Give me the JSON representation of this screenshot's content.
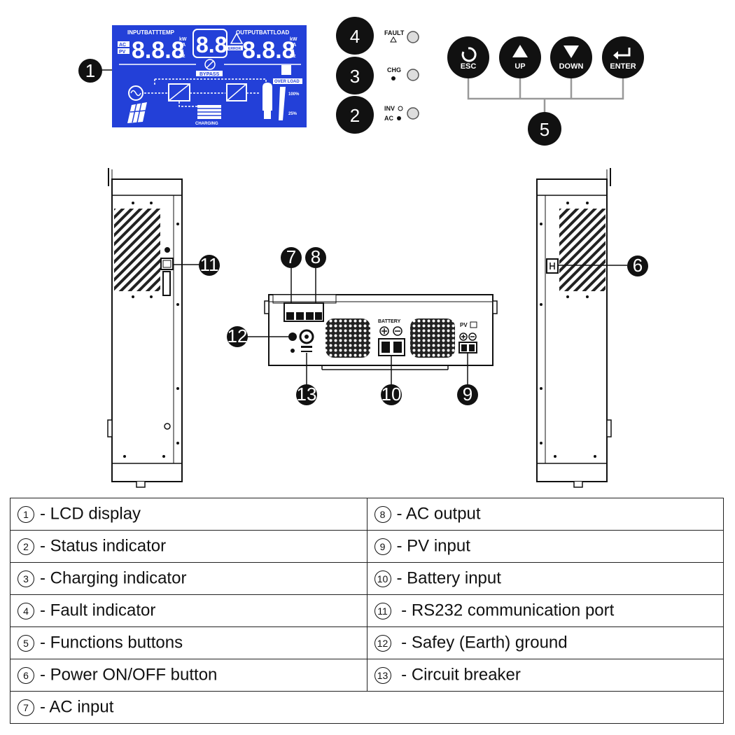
{
  "lcd": {
    "top_left": "INPUTBATTTEMP",
    "top_right": "OUTPUTBATTLOAD",
    "ac": "AC",
    "pv": "PV",
    "digits": "8.8.8",
    "mid_digits": "8.8",
    "units": [
      "kW",
      "VA",
      "%",
      "Hz"
    ],
    "bypass": "BYPASS",
    "charging": "CHARGING",
    "overload": "OVER LOAD",
    "pct100": "100%",
    "pct25": "25%",
    "error": "ERROR"
  },
  "indicators": {
    "fault": "FAULT",
    "chg": "CHG",
    "inv": "INV",
    "ac": "AC"
  },
  "buttons": {
    "esc": "ESC",
    "up": "UP",
    "down": "DOWN",
    "enter": "ENTER"
  },
  "unit_labels": {
    "battery": "BATTERY",
    "pv": "PV"
  },
  "callouts": [
    "1",
    "2",
    "3",
    "4",
    "5",
    "6",
    "7",
    "8",
    "9",
    "10",
    "11",
    "12",
    "13"
  ],
  "legend": [
    [
      {
        "num": "1",
        "text": "- LCD display"
      },
      {
        "num": "8",
        "text": "- AC output"
      }
    ],
    [
      {
        "num": "2",
        "text": "- Status indicator"
      },
      {
        "num": "9",
        "text": "- PV input"
      }
    ],
    [
      {
        "num": "3",
        "text": "- Charging indicator"
      },
      {
        "num": "10",
        "text": "- Battery input"
      }
    ],
    [
      {
        "num": "4",
        "text": "- Fault indicator"
      },
      {
        "num": "11",
        "text": " - RS232 communication port"
      }
    ],
    [
      {
        "num": "5",
        "text": "- Functions buttons"
      },
      {
        "num": "12",
        "text": " - Safey (Earth) ground"
      }
    ],
    [
      {
        "num": "6",
        "text": "- Power ON/OFF button"
      },
      {
        "num": "13",
        "text": " - Circuit breaker"
      }
    ],
    [
      {
        "num": "7",
        "text": "- AC input"
      }
    ]
  ]
}
